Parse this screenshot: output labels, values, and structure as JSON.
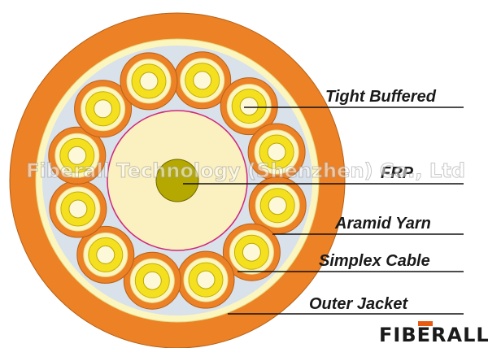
{
  "diagram": {
    "labels": {
      "tight_buffered": "Tight Buffered",
      "frp": "FRP",
      "aramid_yarn": "Aramid Yarn",
      "simplex_cable": "Simplex Cable",
      "outer_jacket": "Outer Jacket"
    },
    "watermark": "Fiberall Technology (Shenzhen) Co., Ltd",
    "logo_text": "FIBERALL",
    "simplex_cable_count": 12,
    "colors": {
      "outer_jacket": "#ec8125",
      "aramid_yarn": "#fbf6bf",
      "filler": "#d9e1ea",
      "simplex_jacket": "#ec8125",
      "tight_buffer": "#f5e020",
      "fiber": "#fdf8d8",
      "core_fill": "#fbf0c0",
      "core_outline": "#d0287a",
      "frp": "#b5a800",
      "leader_line": "#111111"
    }
  }
}
